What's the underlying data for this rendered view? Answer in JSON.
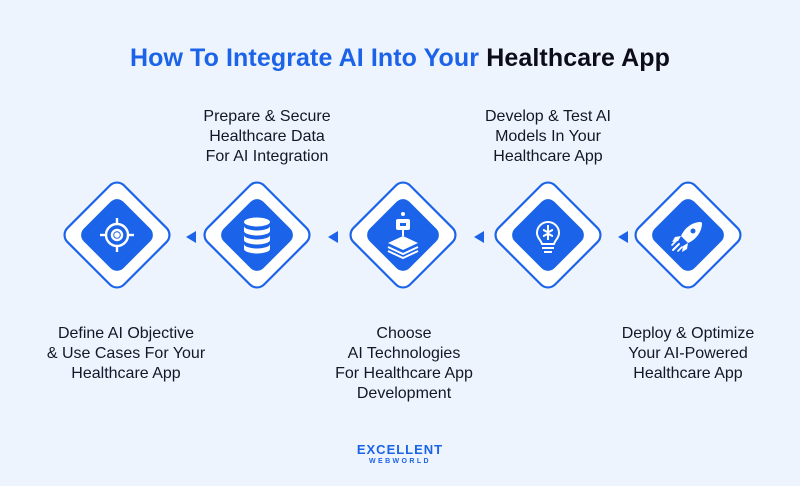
{
  "title": {
    "part1": "How To Integrate AI Into Your",
    "part2": "Healthcare App"
  },
  "steps": [
    {
      "label": "Define AI Objective\n& Use Cases For Your\nHealthcare App",
      "icon": "target-icon"
    },
    {
      "label": "Prepare & Secure\nHealthcare Data\nFor AI Integration",
      "icon": "database-icon"
    },
    {
      "label": "Choose\nAI Technologies\nFor Healthcare App\nDevelopment",
      "icon": "ai-layers-icon"
    },
    {
      "label": "Develop & Test AI\nModels In Your\nHealthcare App",
      "icon": "brain-bulb-icon"
    },
    {
      "label": "Deploy & Optimize\nYour AI-Powered\nHealthcare App",
      "icon": "rocket-icon"
    }
  ],
  "brand": {
    "line1": "EXCELLENT",
    "line2": "WEBWORLD"
  },
  "colors": {
    "accent": "#1b63e8",
    "accent_dark": "#1552cf",
    "background": "#eef4fd",
    "outline": "#d7e3fa",
    "text": "#111827"
  }
}
